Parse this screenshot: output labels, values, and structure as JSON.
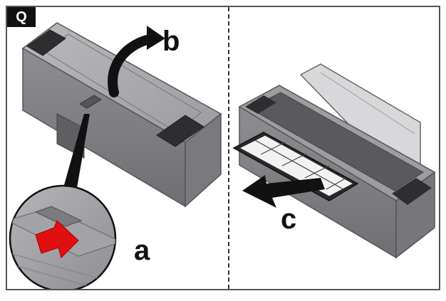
{
  "badge_label": "Q",
  "step_labels": {
    "a": "a",
    "b": "b",
    "c": "c"
  },
  "colors": {
    "housing": "#8a8a8e",
    "housing_dark": "#6a6a6e",
    "housing_light": "#a9a9ad",
    "arrow": "#111111",
    "highlight": "#e01010"
  }
}
